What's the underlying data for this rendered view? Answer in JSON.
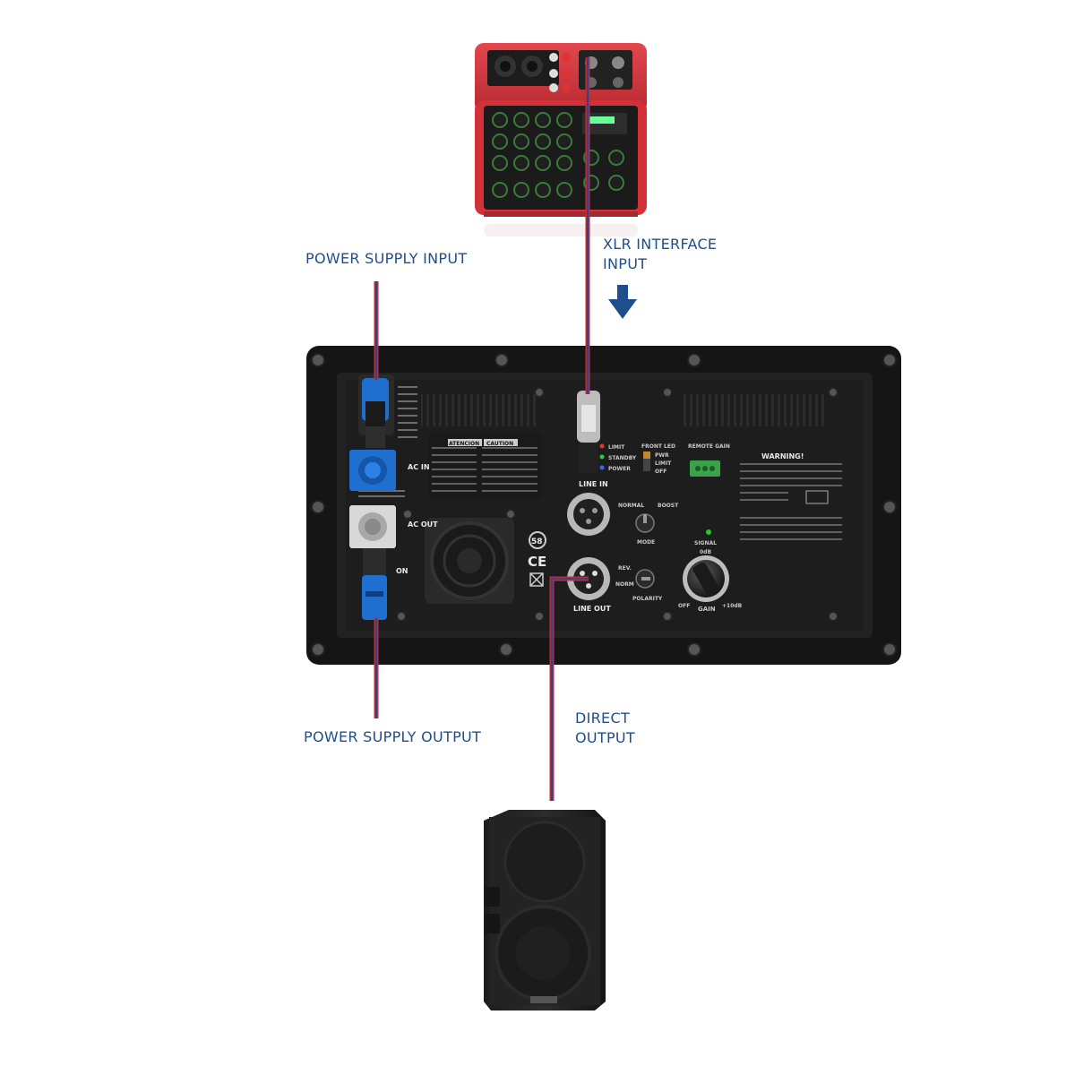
{
  "labels": {
    "power_input": "POWER SUPPLY INPUT",
    "power_output": "POWER SUPPLY OUTPUT",
    "xlr_line1": "XLR INTERFACE",
    "xlr_line2": "INPUT",
    "direct_line1": "DIRECT",
    "direct_line2": "OUTPUT"
  },
  "panel": {
    "ac_in": "AC IN",
    "ac_out": "AC OUT",
    "on": "ON",
    "line_in": "LINE IN",
    "line_out": "LINE OUT",
    "limit": "LIMIT",
    "standby": "STANDBY",
    "power": "POWER",
    "front_led": "FRONT LED",
    "pwr": "PWR",
    "limit2": "LIMIT",
    "off": "OFF",
    "remote_gain": "REMOTE GAIN",
    "normal": "NORMAL",
    "boost": "BOOST",
    "mode": "MODE",
    "rev": "REV.",
    "norm": "NORM",
    "polarity": "POLARITY",
    "signal": "SIGNAL",
    "odb": "0dB",
    "gain": "GAIN",
    "gain_off": "OFF",
    "gain_plus": "+10dB",
    "warning": "WARNING!",
    "attention": "ATENCION",
    "caution": "CAUTION",
    "ce": "CE",
    "cert": "58"
  },
  "colors": {
    "label_blue": "#1f4e8c",
    "cable_red": "#b0323f",
    "cable_blue": "#2a3f8f",
    "arrow_blue": "#1f4e8c",
    "mixer_red": "#d8333a",
    "panel_black": "#141414",
    "connector_blue": "#1f6fd0"
  }
}
